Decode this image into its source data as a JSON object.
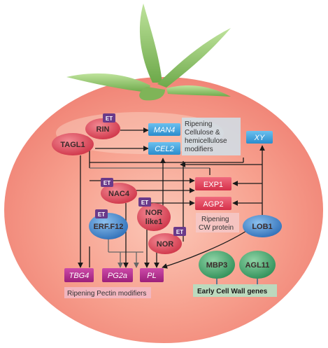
{
  "nodes": {
    "rin": "RIN",
    "tagl1": "TAGL1",
    "nac4": "NAC4",
    "erf_f12": "ERF.F12",
    "nor_like1_line1": "NOR",
    "nor_like1_line2": "like1",
    "nor": "NOR",
    "lob1": "LOB1",
    "mbp3": "MBP3",
    "agl11": "AGL11"
  },
  "et_badge": "ET",
  "targets": {
    "man4": "MAN4",
    "cel2": "CEL2",
    "xy": "XY",
    "exp1": "EXP1",
    "agp2": "AGP2",
    "tbg4": "TBG4",
    "pg2a": "PG2a",
    "pl": "PL"
  },
  "notes": {
    "cellulose_line1": "Ripening",
    "cellulose_line2": "Cellulose &",
    "cellulose_line3": "hemicellulose",
    "cellulose_line4": "modifiers",
    "cw_protein_line1": "Ripening",
    "cw_protein_line2": "CW protein",
    "pectin": "Ripening Pectin modifiers",
    "early_cw": "Early Cell Wall genes"
  },
  "colors": {
    "tomato": "#f7a08e",
    "leaf": "#8fc26a",
    "ellipse_red": "#d94a5a",
    "ellipse_blue": "#4a86cc",
    "ellipse_green": "#4fa874",
    "box_blue": "#3c9fd6",
    "box_red": "#e0405a",
    "box_magenta": "#b0268a",
    "et_purple": "#6a3a8a"
  }
}
